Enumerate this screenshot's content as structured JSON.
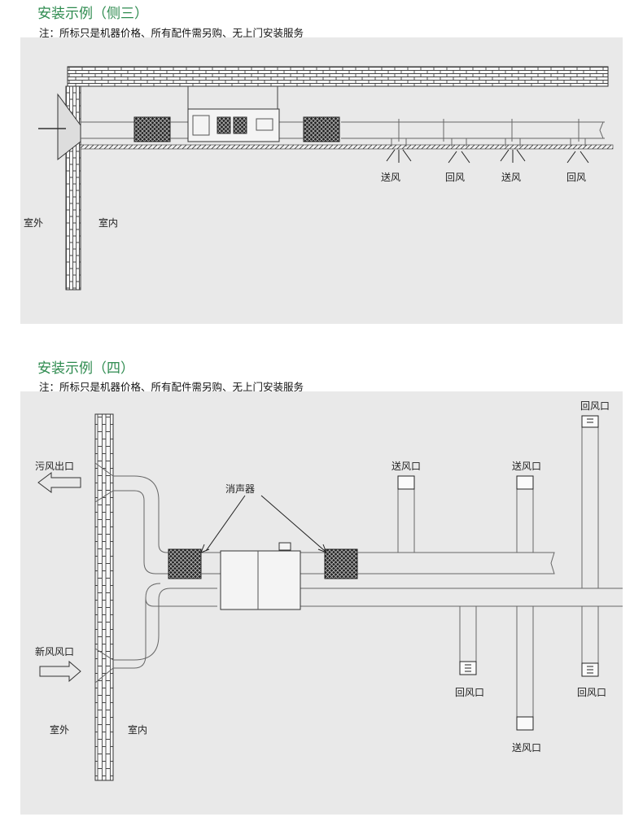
{
  "section3": {
    "title": "安装示例（侧三）",
    "note": "注：所标只是机器价格、所有配件需另购、无上门安装服务",
    "labels": {
      "outdoor": "室外",
      "indoor": "室内",
      "supply1": "送风",
      "return1": "回风",
      "supply2": "送风",
      "return2": "回风"
    }
  },
  "section4": {
    "title": "安装示例（四）",
    "note": "注：所标只是机器价格、所有配件需另购、无上门安装服务",
    "labels": {
      "exhaust_outlet": "污风出口",
      "fresh_air_inlet": "新风风口",
      "muffler": "消声器",
      "outdoor": "室外",
      "indoor": "室内",
      "return_top": "回风口",
      "supply_left_top": "送风口",
      "supply_right_top": "送风口",
      "return_left_bottom": "回风口",
      "return_right_bottom": "回风口",
      "supply_bottom": "送风口"
    }
  },
  "colors": {
    "title_green": "#2e8b4f",
    "panel_gray": "#e9e9e9",
    "line": "#555555"
  }
}
